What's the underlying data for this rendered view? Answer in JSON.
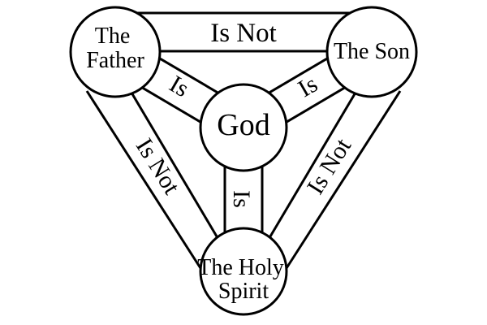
{
  "figure": {
    "background_color": "#ffffff",
    "line_color": "#000000",
    "text_color": "#000000",
    "node_fill_color": "#ffffff"
  },
  "nodes": {
    "father": {
      "lines": [
        "The",
        "Father"
      ]
    },
    "son": {
      "label": "The Son"
    },
    "god": {
      "label": "God"
    },
    "holy_spirit": {
      "lines": [
        "The Holy",
        "Spirit"
      ]
    }
  },
  "edges": {
    "father_son": {
      "from": "The Father",
      "to": "The Son",
      "label": "Is Not"
    },
    "father_holy_spirit": {
      "from": "The Father",
      "to": "The Holy Spirit",
      "label": "Is Not"
    },
    "son_holy_spirit": {
      "from": "The Son",
      "to": "The Holy Spirit",
      "label": "Is Not"
    },
    "father_god": {
      "from": "The Father",
      "to": "God",
      "label": "Is"
    },
    "son_god": {
      "from": "The Son",
      "to": "God",
      "label": "Is"
    },
    "holy_spirit_god": {
      "from": "The Holy Spirit",
      "to": "God",
      "label": "Is"
    }
  }
}
